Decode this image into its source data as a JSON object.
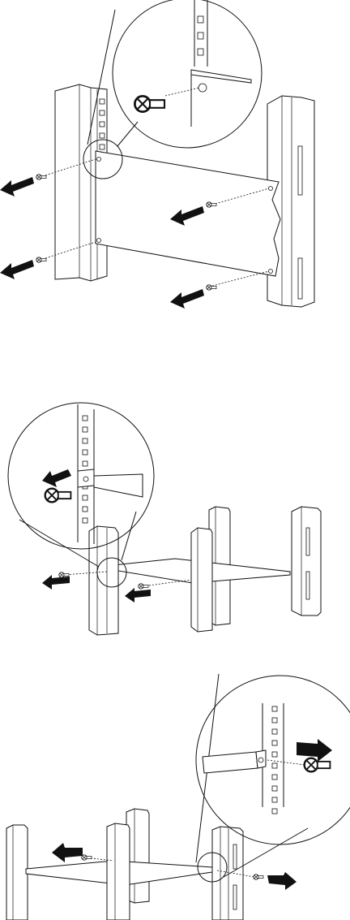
{
  "figure": {
    "panels": [
      {
        "id": "panel-1",
        "desc_name": "remove-panel-screws"
      },
      {
        "id": "panel-2",
        "desc_name": "remove-shelf-front-screw"
      },
      {
        "id": "panel-3",
        "desc_name": "remove-shelf-rear-screw"
      }
    ],
    "colors": {
      "line": "#111111",
      "background": "#ffffff",
      "arrow": "#111111"
    },
    "icons": [
      "arrow-left-icon",
      "arrow-right-icon",
      "screw-icon",
      "magnifier-circle-icon"
    ]
  }
}
